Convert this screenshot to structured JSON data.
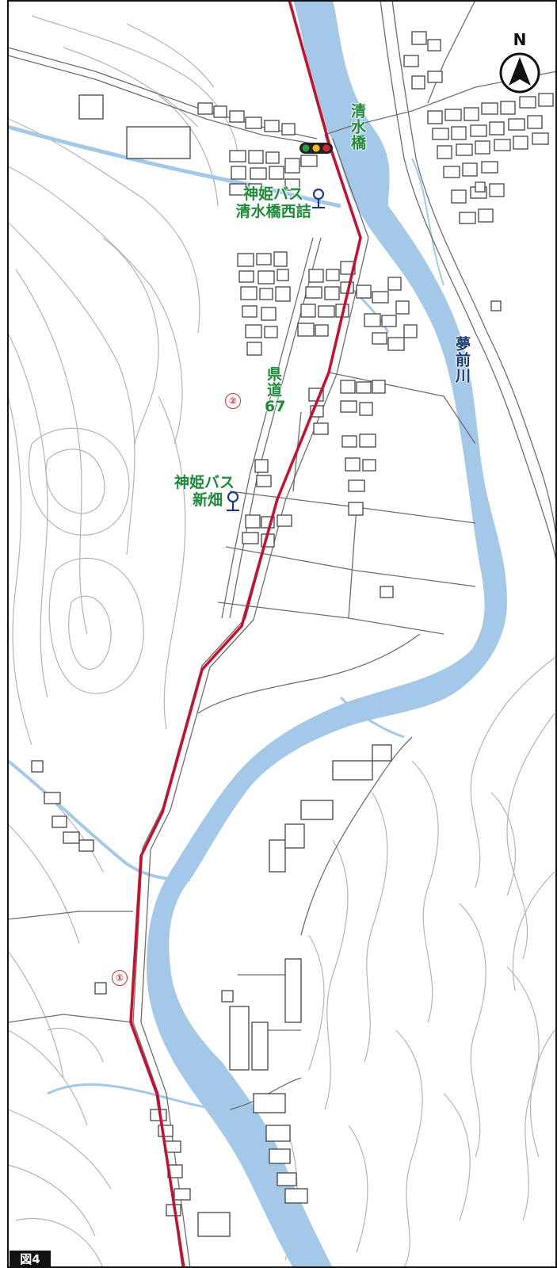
{
  "map": {
    "figure_label": "図4",
    "north_label": "N",
    "bridge_label": "清水橋",
    "river_label": "夢前川",
    "road_label_top": "県道",
    "road_label_num": "67",
    "bus_stops": [
      {
        "line1": "神姫バス",
        "line2": "清水橋西詰"
      },
      {
        "line1": "神姫バス",
        "line2": "新畑"
      }
    ],
    "points": [
      {
        "label": "①"
      },
      {
        "label": "②"
      }
    ],
    "icons": [
      "north-arrow-icon",
      "traffic-signal-icon",
      "bus-stop-icon"
    ],
    "colors": {
      "route": "#c8102e",
      "river": "#a4c8e8",
      "road": "#6b6b6b",
      "building": "#444444",
      "contour": "#b0b0b0",
      "label_green": "#1f8a3b",
      "bus_stop_blue": "#1a3a8c"
    }
  }
}
